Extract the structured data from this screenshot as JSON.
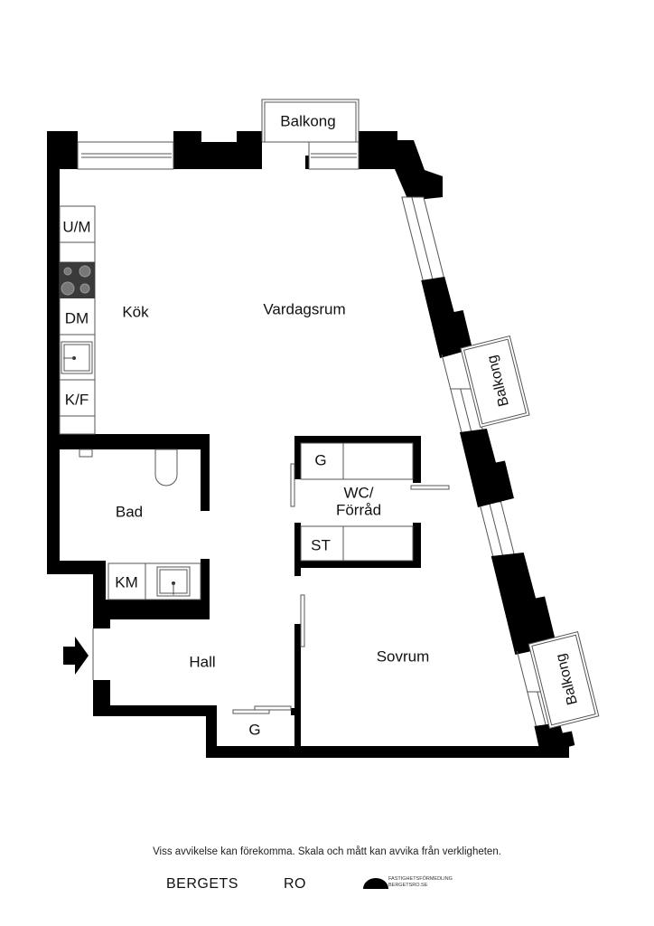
{
  "rooms": {
    "kitchen": "Kök",
    "living": "Vardagsrum",
    "bath": "Bad",
    "hall": "Hall",
    "bedroom": "Sovrum",
    "wc_line1": "WC/",
    "wc_line2": "Förråd",
    "closet_wc": "G",
    "closet_hall": "G",
    "storage": "ST"
  },
  "fixtures": {
    "fridge_freezer": "K/F",
    "dishwasher": "DM",
    "oven_micro": "U/M",
    "washer": "KM"
  },
  "balconies": [
    "Balkong",
    "Balkong",
    "Balkong"
  ],
  "footer": {
    "disclaimer": "Viss avvikelse kan förekomma. Skala och mått kan avvika från verkligheten.",
    "logo_left": "BERGETS",
    "logo_right": "RO",
    "logo_line1": "FASTIGHETSFÖRMEDLING",
    "logo_line2": "BERGETSRO.SE"
  },
  "colors": {
    "wall": "#000000",
    "stove": "#3a3a3a"
  }
}
